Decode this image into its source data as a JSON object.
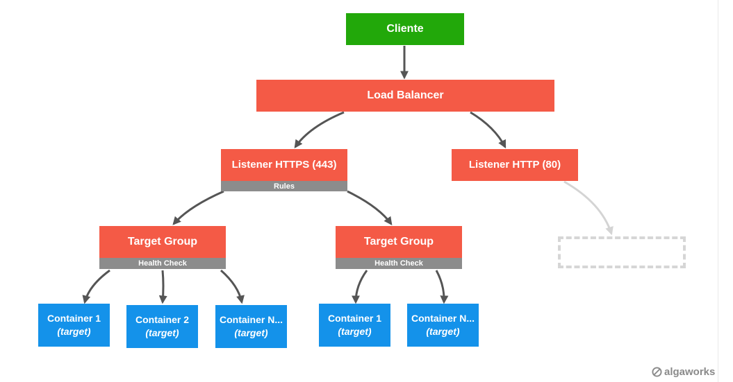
{
  "client": {
    "label": "Cliente"
  },
  "load_balancer": {
    "label": "Load Balancer"
  },
  "listener_https": {
    "label": "Listener HTTPS (443)",
    "rules_label": "Rules"
  },
  "listener_http": {
    "label": "Listener HTTP (80)"
  },
  "target_group_1": {
    "label": "Target Group",
    "health_label": "Health Check",
    "containers": [
      {
        "label": "Container 1",
        "sub": "(target)"
      },
      {
        "label": "Container 2",
        "sub": "(target)"
      },
      {
        "label": "Container N...",
        "sub": "(target)"
      }
    ]
  },
  "target_group_2": {
    "label": "Target Group",
    "health_label": "Health Check",
    "containers": [
      {
        "label": "Container 1",
        "sub": "(target)"
      },
      {
        "label": "Container N...",
        "sub": "(target)"
      }
    ]
  },
  "brand": {
    "name": "algaworks",
    "icon": "algaworks-logo-icon"
  },
  "colors": {
    "client": "#22a80a",
    "component": "#f45a46",
    "target": "#1492ea",
    "sub_bar": "#8c8c8c",
    "arrow": "#555555",
    "placeholder": "#d6d6d6"
  }
}
